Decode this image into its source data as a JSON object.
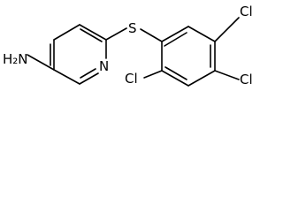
{
  "molecule": {
    "labels": {
      "amine": "H₂N",
      "ring_nitrogen": "N",
      "sulfur": "S",
      "chlorine_top_right": "Cl",
      "chlorine_bottom_left": "Cl",
      "chlorine_bottom_right": "Cl"
    }
  },
  "colors": {
    "ink": "#000000",
    "background": "#ffffff"
  }
}
